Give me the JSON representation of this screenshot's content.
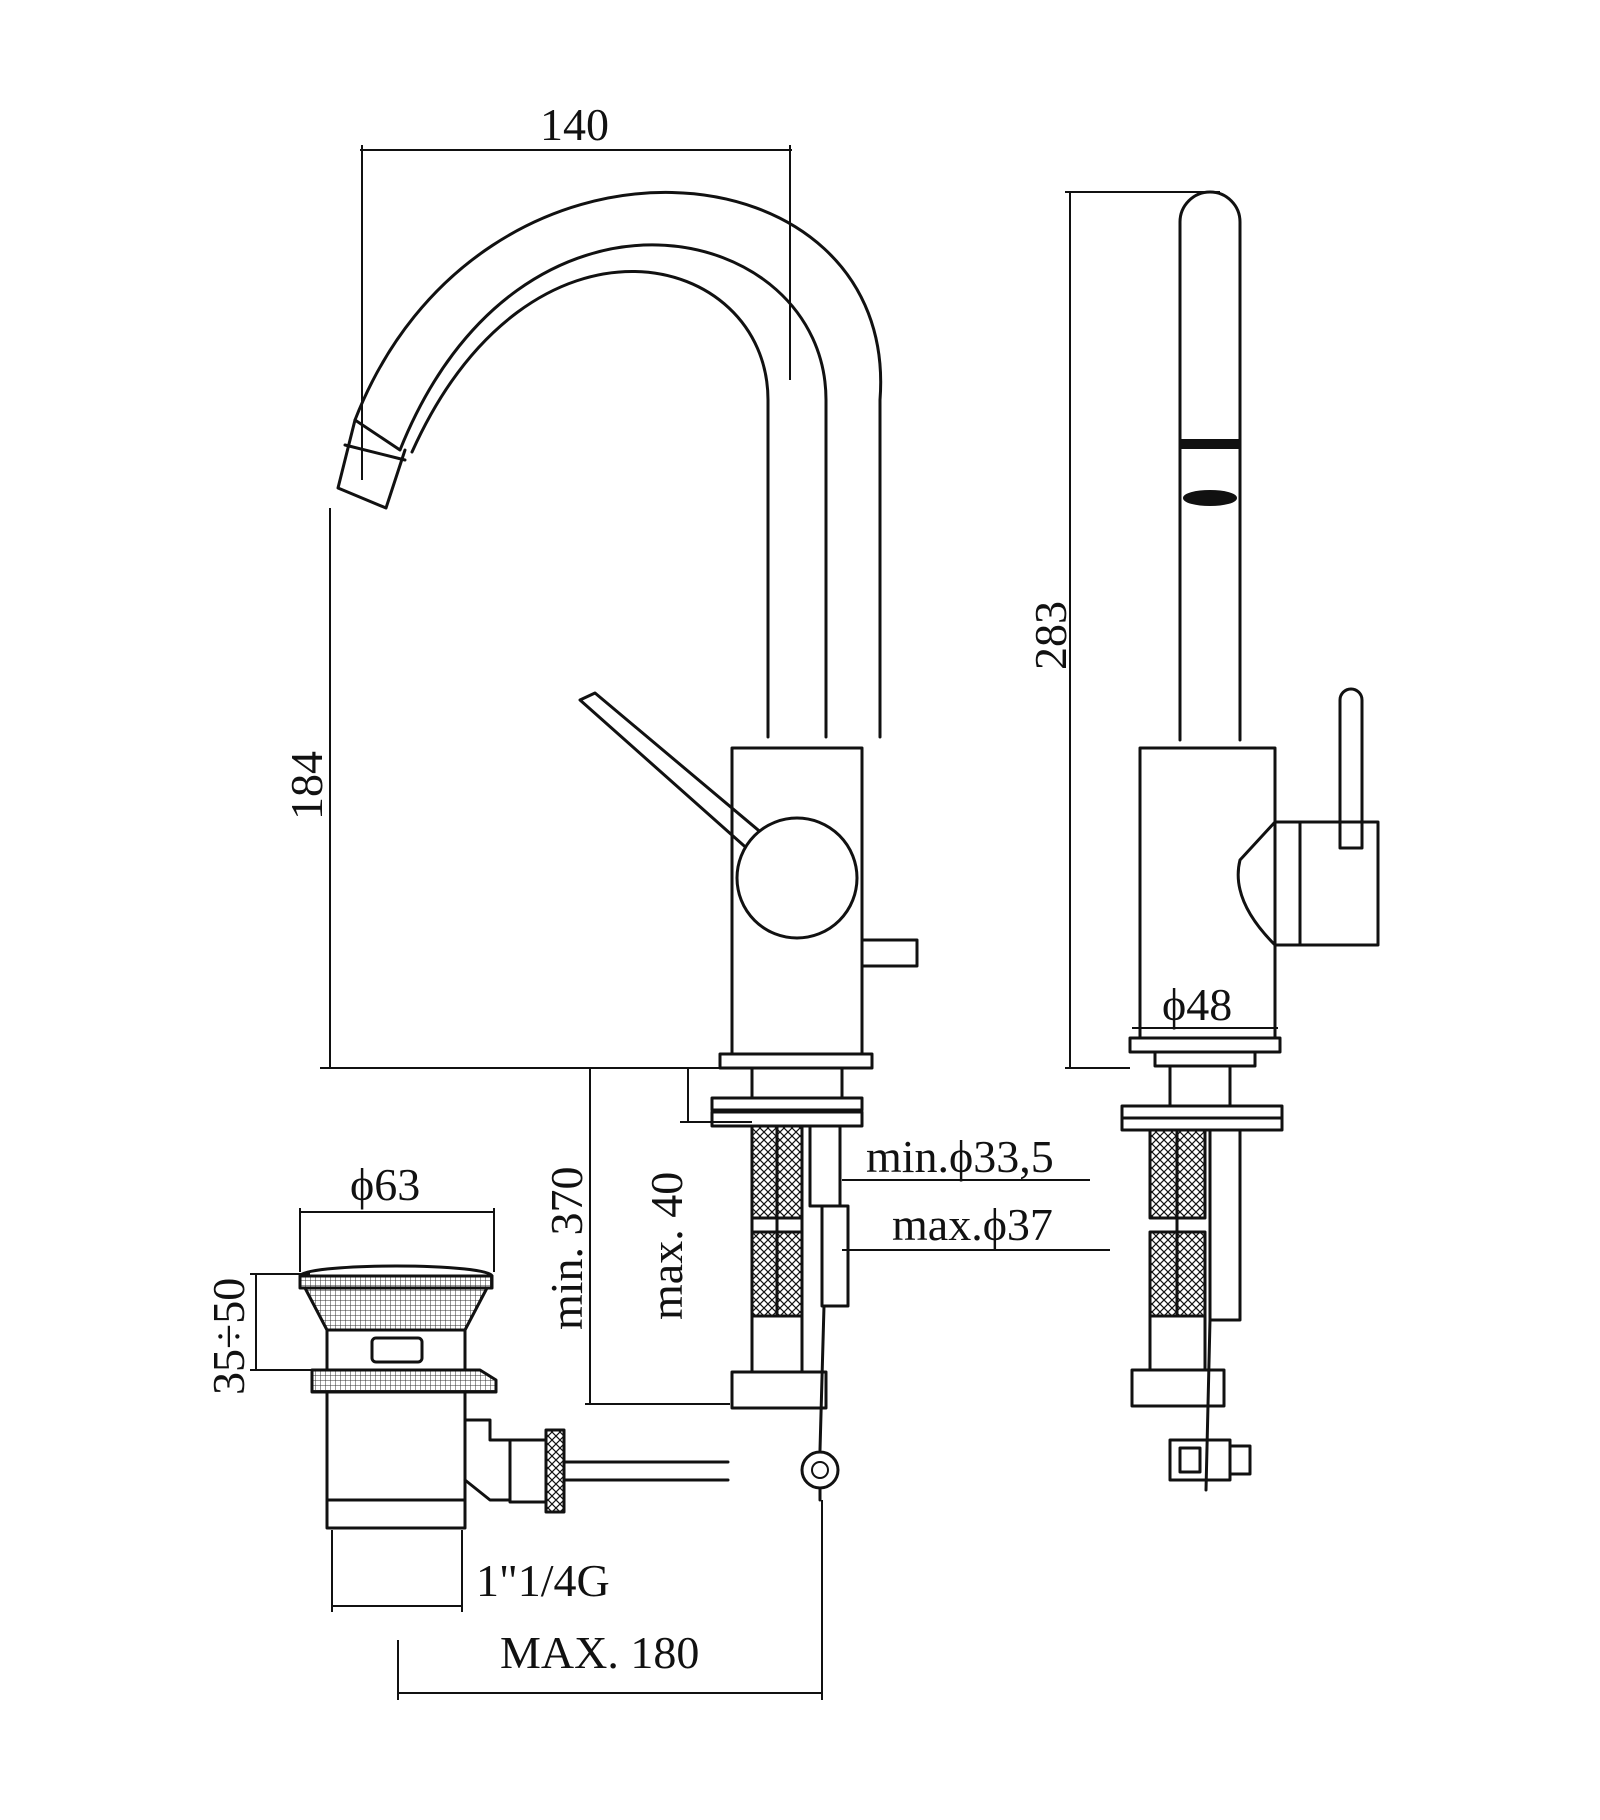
{
  "dimensions": {
    "spout_reach": "140",
    "spout_height": "184",
    "overall_height": "283",
    "body_diameter": "ϕ48",
    "below_deck_length": "min. 370",
    "deck_thickness": "max. 40",
    "hole_min": "min.ϕ33,5",
    "hole_max": "max.ϕ37",
    "waste_diameter": "ϕ63",
    "waste_adjust": "35÷50",
    "waste_thread": "1\"1/4G",
    "rod_length": "MAX. 180"
  },
  "colors": {
    "line": "#111111",
    "background": "#ffffff"
  }
}
